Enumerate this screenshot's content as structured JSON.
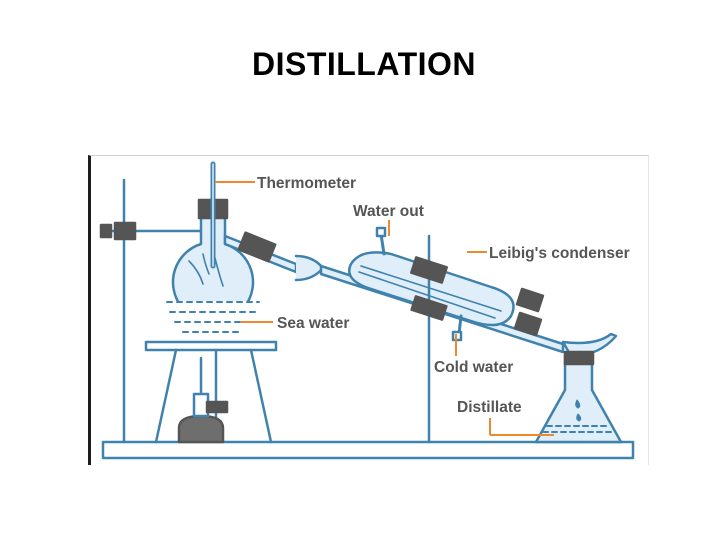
{
  "slide": {
    "title": "DISTILLATION"
  },
  "diagram": {
    "labels": {
      "thermometer": "Thermometer",
      "water_out": "Water out",
      "condenser": "Leibig's condenser",
      "sea_water": "Sea water",
      "cold_water": "Cold water",
      "distillate": "Distillate"
    },
    "colors": {
      "outline": "#3f82ad",
      "glass_fill": "#dfeef8",
      "liquid": "#3f82ad",
      "leader_line": "#f0892e",
      "label_text": "#555555",
      "clamp": "#555555",
      "burner": "#6e6e6e"
    }
  }
}
